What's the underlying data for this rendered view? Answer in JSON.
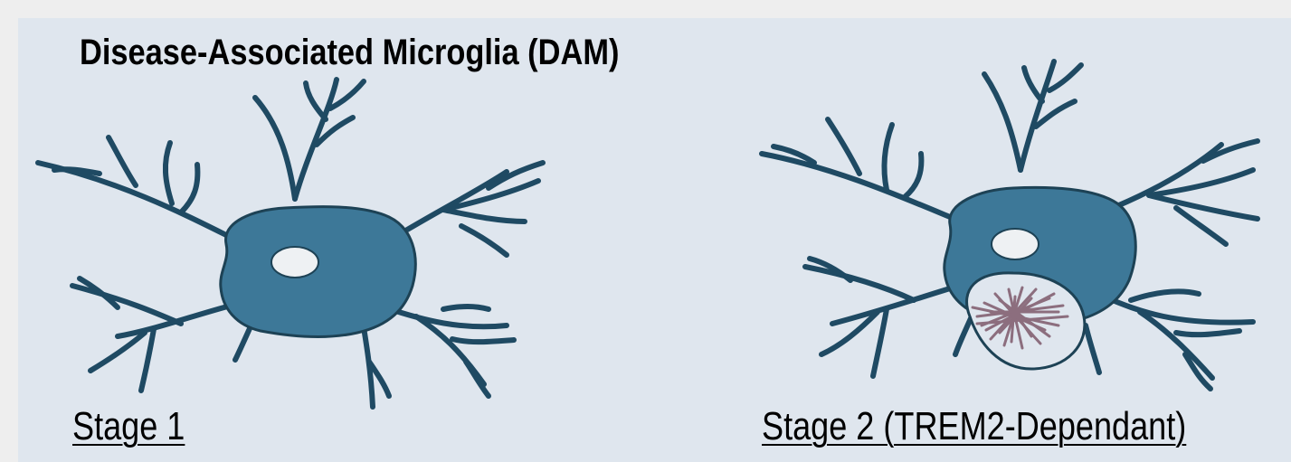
{
  "figure": {
    "title": "Disease-Associated Microglia (DAM)",
    "stages": [
      {
        "label": "Stage 1"
      },
      {
        "label": "Stage 2 (TREM2-Dependant)"
      }
    ]
  },
  "colors": {
    "panel_background": "#dfe6ee",
    "cell_fill": "#3d7898",
    "cell_outline": "#1d4255",
    "process_stroke": "#1f4a63",
    "nucleus_fill": "#eef1f3",
    "vacuole_fill": "#dfe6ee",
    "plaque_fibrils": "#8c6e7e"
  },
  "icons": [
    "microglia-cell-icon",
    "amyloid-plaque-icon"
  ]
}
